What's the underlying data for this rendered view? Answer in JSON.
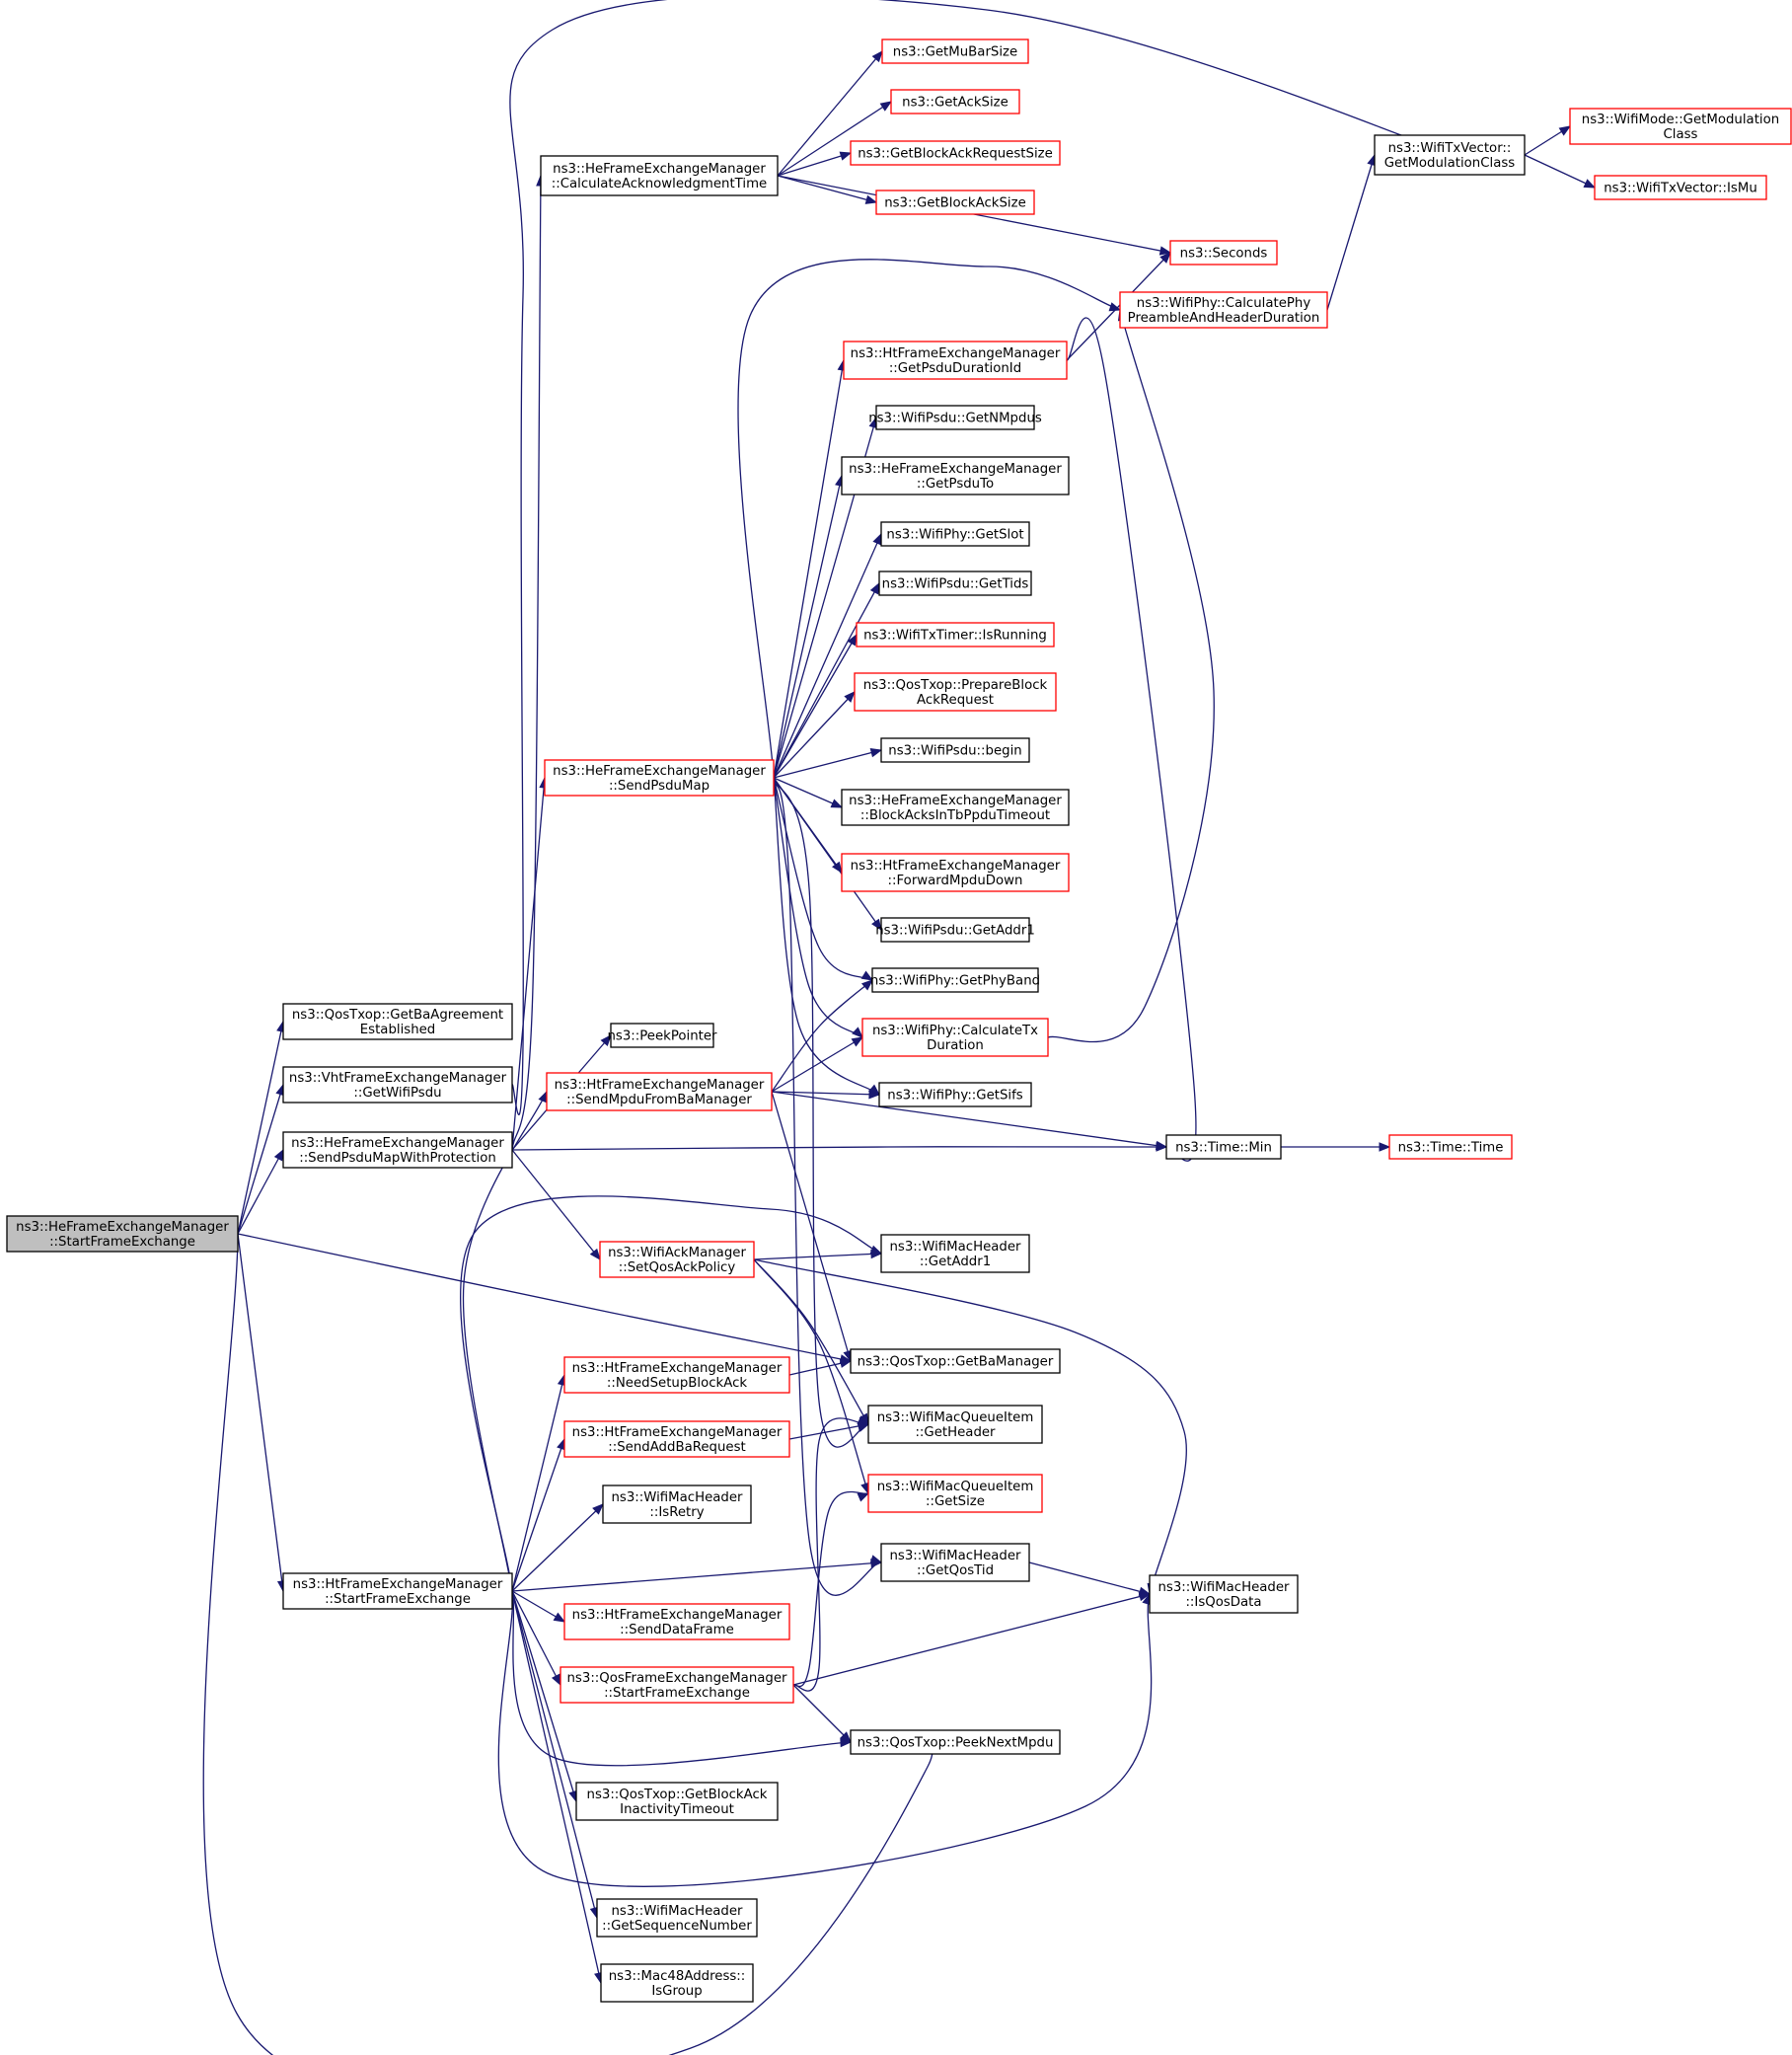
{
  "graph": {
    "colors": {
      "edge": "#191970",
      "node_border_normal": "#000000",
      "node_border_red": "#ff0000",
      "root_fill": "#bfbfbf",
      "node_fill": "#ffffff",
      "background": "#ffffff"
    },
    "nodes": [
      {
        "id": "root",
        "lines": [
          "ns3::HeFrameExchangeManager",
          "::StartFrameExchange"
        ],
        "style": "root"
      },
      {
        "id": "qos_getbaagr",
        "lines": [
          "ns3::QosTxop::GetBaAgreement",
          "Established"
        ],
        "style": "normal"
      },
      {
        "id": "vht_getwifipsdu",
        "lines": [
          "ns3::VhtFrameExchangeManager",
          "::GetWifiPsdu"
        ],
        "style": "normal"
      },
      {
        "id": "he_sendpsdumapwp",
        "lines": [
          "ns3::HeFrameExchangeManager",
          "::SendPsduMapWithProtection"
        ],
        "style": "normal"
      },
      {
        "id": "ht_startfe",
        "lines": [
          "ns3::HtFrameExchangeManager",
          "::StartFrameExchange"
        ],
        "style": "normal"
      },
      {
        "id": "he_calcack",
        "lines": [
          "ns3::HeFrameExchangeManager",
          "::CalculateAcknowledgmentTime"
        ],
        "style": "normal"
      },
      {
        "id": "he_sendpsdumap",
        "lines": [
          "ns3::HeFrameExchangeManager",
          "::SendPsduMap"
        ],
        "style": "red"
      },
      {
        "id": "peekpointer",
        "lines": [
          "ns3::PeekPointer"
        ],
        "style": "normal"
      },
      {
        "id": "ht_sendmpdufromba",
        "lines": [
          "ns3::HtFrameExchangeManager",
          "::SendMpduFromBaManager"
        ],
        "style": "red"
      },
      {
        "id": "ack_setqosackpolicy",
        "lines": [
          "ns3::WifiAckManager",
          "::SetQosAckPolicy"
        ],
        "style": "red"
      },
      {
        "id": "ht_needsetupba",
        "lines": [
          "ns3::HtFrameExchangeManager",
          "::NeedSetupBlockAck"
        ],
        "style": "red"
      },
      {
        "id": "ht_sendaddba",
        "lines": [
          "ns3::HtFrameExchangeManager",
          "::SendAddBaRequest"
        ],
        "style": "red"
      },
      {
        "id": "mach_isretry",
        "lines": [
          "ns3::WifiMacHeader",
          "::IsRetry"
        ],
        "style": "normal"
      },
      {
        "id": "ht_senddata",
        "lines": [
          "ns3::HtFrameExchangeManager",
          "::SendDataFrame"
        ],
        "style": "red"
      },
      {
        "id": "qos_startfe",
        "lines": [
          "ns3::QosFrameExchangeManager",
          "::StartFrameExchange"
        ],
        "style": "red"
      },
      {
        "id": "qos_getbainact",
        "lines": [
          "ns3::QosTxop::GetBlockAck",
          "InactivityTimeout"
        ],
        "style": "normal"
      },
      {
        "id": "mach_getseq",
        "lines": [
          "ns3::WifiMacHeader",
          "::GetSequenceNumber"
        ],
        "style": "normal"
      },
      {
        "id": "mac48_isgroup",
        "lines": [
          "ns3::Mac48Address::",
          "IsGroup"
        ],
        "style": "normal"
      },
      {
        "id": "getmubarsize",
        "lines": [
          "ns3::GetMuBarSize"
        ],
        "style": "red"
      },
      {
        "id": "getacksize",
        "lines": [
          "ns3::GetAckSize"
        ],
        "style": "red"
      },
      {
        "id": "getbarsize",
        "lines": [
          "ns3::GetBlockAckRequestSize"
        ],
        "style": "red"
      },
      {
        "id": "getbasize",
        "lines": [
          "ns3::GetBlockAckSize"
        ],
        "style": "red"
      },
      {
        "id": "seconds",
        "lines": [
          "ns3::Seconds"
        ],
        "style": "red"
      },
      {
        "id": "phy_calcpreamble",
        "lines": [
          "ns3::WifiPhy::CalculatePhy",
          "PreambleAndHeaderDuration"
        ],
        "style": "red"
      },
      {
        "id": "ht_getpsdudur",
        "lines": [
          "ns3::HtFrameExchangeManager",
          "::GetPsduDurationId"
        ],
        "style": "red"
      },
      {
        "id": "psdu_getnmpdus",
        "lines": [
          "ns3::WifiPsdu::GetNMpdus"
        ],
        "style": "normal"
      },
      {
        "id": "he_getpsduto",
        "lines": [
          "ns3::HeFrameExchangeManager",
          "::GetPsduTo"
        ],
        "style": "normal"
      },
      {
        "id": "phy_getslot",
        "lines": [
          "ns3::WifiPhy::GetSlot"
        ],
        "style": "normal"
      },
      {
        "id": "psdu_gettids",
        "lines": [
          "ns3::WifiPsdu::GetTids"
        ],
        "style": "normal"
      },
      {
        "id": "txtimer_isrunning",
        "lines": [
          "ns3::WifiTxTimer::IsRunning"
        ],
        "style": "red"
      },
      {
        "id": "qos_preparebar",
        "lines": [
          "ns3::QosTxop::PrepareBlock",
          "AckRequest"
        ],
        "style": "red"
      },
      {
        "id": "psdu_begin",
        "lines": [
          "ns3::WifiPsdu::begin"
        ],
        "style": "normal"
      },
      {
        "id": "he_baintbppdu",
        "lines": [
          "ns3::HeFrameExchangeManager",
          "::BlockAcksInTbPpduTimeout"
        ],
        "style": "normal"
      },
      {
        "id": "ht_fwdmpdu",
        "lines": [
          "ns3::HtFrameExchangeManager",
          "::ForwardMpduDown"
        ],
        "style": "red"
      },
      {
        "id": "psdu_getaddr1",
        "lines": [
          "ns3::WifiPsdu::GetAddr1"
        ],
        "style": "normal"
      },
      {
        "id": "phy_getphyband",
        "lines": [
          "ns3::WifiPhy::GetPhyBand"
        ],
        "style": "normal"
      },
      {
        "id": "phy_calctx",
        "lines": [
          "ns3::WifiPhy::CalculateTx",
          "Duration"
        ],
        "style": "red"
      },
      {
        "id": "phy_getsifs",
        "lines": [
          "ns3::WifiPhy::GetSifs"
        ],
        "style": "normal"
      },
      {
        "id": "mach_getaddr1",
        "lines": [
          "ns3::WifiMacHeader",
          "::GetAddr1"
        ],
        "style": "normal"
      },
      {
        "id": "qos_getbamgr",
        "lines": [
          "ns3::QosTxop::GetBaManager"
        ],
        "style": "normal"
      },
      {
        "id": "mqi_getheader",
        "lines": [
          "ns3::WifiMacQueueItem",
          "::GetHeader"
        ],
        "style": "normal"
      },
      {
        "id": "mqi_getsize",
        "lines": [
          "ns3::WifiMacQueueItem",
          "::GetSize"
        ],
        "style": "red"
      },
      {
        "id": "mach_getqostid",
        "lines": [
          "ns3::WifiMacHeader",
          "::GetQosTid"
        ],
        "style": "normal"
      },
      {
        "id": "qos_peeknext",
        "lines": [
          "ns3::QosTxop::PeekNextMpdu"
        ],
        "style": "normal"
      },
      {
        "id": "txv_getmodclass",
        "lines": [
          "ns3::WifiTxVector::",
          "GetModulationClass"
        ],
        "style": "normal"
      },
      {
        "id": "time_min",
        "lines": [
          "ns3::Time::Min"
        ],
        "style": "normal"
      },
      {
        "id": "mach_isqosdata",
        "lines": [
          "ns3::WifiMacHeader",
          "::IsQosData"
        ],
        "style": "normal"
      },
      {
        "id": "mode_getmodclass",
        "lines": [
          "ns3::WifiMode::GetModulation",
          "Class"
        ],
        "style": "red"
      },
      {
        "id": "txv_ismu",
        "lines": [
          "ns3::WifiTxVector::IsMu"
        ],
        "style": "red"
      },
      {
        "id": "time_time",
        "lines": [
          "ns3::Time::Time"
        ],
        "style": "red"
      }
    ],
    "edges": [
      [
        "root",
        "qos_getbaagr"
      ],
      [
        "root",
        "vht_getwifipsdu"
      ],
      [
        "root",
        "he_sendpsdumapwp"
      ],
      [
        "root",
        "ht_startfe"
      ],
      [
        "root",
        "qos_getbamgr"
      ],
      [
        "root",
        "qos_peeknext"
      ],
      [
        "vht_getwifipsdu",
        "txv_getmodclass"
      ],
      [
        "he_sendpsdumapwp",
        "he_calcack"
      ],
      [
        "he_sendpsdumapwp",
        "he_sendpsdumap"
      ],
      [
        "he_sendpsdumapwp",
        "peekpointer"
      ],
      [
        "he_sendpsdumapwp",
        "ack_setqosackpolicy"
      ],
      [
        "he_sendpsdumapwp",
        "time_min"
      ],
      [
        "he_calcack",
        "getmubarsize"
      ],
      [
        "he_calcack",
        "getacksize"
      ],
      [
        "he_calcack",
        "getbarsize"
      ],
      [
        "he_calcack",
        "getbasize"
      ],
      [
        "he_calcack",
        "seconds"
      ],
      [
        "he_sendpsdumap",
        "phy_calcpreamble"
      ],
      [
        "he_sendpsdumap",
        "ht_getpsdudur"
      ],
      [
        "he_sendpsdumap",
        "psdu_getnmpdus"
      ],
      [
        "he_sendpsdumap",
        "he_getpsduto"
      ],
      [
        "he_sendpsdumap",
        "phy_getslot"
      ],
      [
        "he_sendpsdumap",
        "psdu_gettids"
      ],
      [
        "he_sendpsdumap",
        "txtimer_isrunning"
      ],
      [
        "he_sendpsdumap",
        "qos_preparebar"
      ],
      [
        "he_sendpsdumap",
        "psdu_begin"
      ],
      [
        "he_sendpsdumap",
        "he_baintbppdu"
      ],
      [
        "he_sendpsdumap",
        "ht_fwdmpdu"
      ],
      [
        "he_sendpsdumap",
        "psdu_getaddr1"
      ],
      [
        "he_sendpsdumap",
        "phy_getphyband"
      ],
      [
        "he_sendpsdumap",
        "phy_calctx"
      ],
      [
        "he_sendpsdumap",
        "phy_getsifs"
      ],
      [
        "he_sendpsdumap",
        "mqi_getheader"
      ],
      [
        "he_sendpsdumap",
        "mach_getqostid"
      ],
      [
        "ht_getpsdudur",
        "seconds"
      ],
      [
        "ht_getpsdudur",
        "time_min"
      ],
      [
        "phy_calcpreamble",
        "txv_getmodclass"
      ],
      [
        "phy_calctx",
        "phy_calcpreamble"
      ],
      [
        "txv_getmodclass",
        "mode_getmodclass"
      ],
      [
        "txv_getmodclass",
        "txv_ismu"
      ],
      [
        "time_min",
        "time_time"
      ],
      [
        "ht_sendmpdufromba",
        "phy_getphyband"
      ],
      [
        "ht_sendmpdufromba",
        "phy_calctx"
      ],
      [
        "ht_sendmpdufromba",
        "phy_getsifs"
      ],
      [
        "ht_sendmpdufromba",
        "time_min"
      ],
      [
        "ht_sendmpdufromba",
        "qos_getbamgr"
      ],
      [
        "ack_setqosackpolicy",
        "mach_getaddr1"
      ],
      [
        "ack_setqosackpolicy",
        "mqi_getheader"
      ],
      [
        "ack_setqosackpolicy",
        "mqi_getsize"
      ],
      [
        "ack_setqosackpolicy",
        "mach_isqosdata"
      ],
      [
        "ht_needsetupba",
        "qos_getbamgr"
      ],
      [
        "ht_sendaddba",
        "mqi_getheader"
      ],
      [
        "mach_getqostid",
        "mach_isqosdata"
      ],
      [
        "ht_startfe",
        "ht_sendmpdufromba"
      ],
      [
        "ht_startfe",
        "mach_getaddr1"
      ],
      [
        "ht_startfe",
        "ht_needsetupba"
      ],
      [
        "ht_startfe",
        "ht_sendaddba"
      ],
      [
        "ht_startfe",
        "mach_isretry"
      ],
      [
        "ht_startfe",
        "mach_getqostid"
      ],
      [
        "ht_startfe",
        "ht_senddata"
      ],
      [
        "ht_startfe",
        "qos_startfe"
      ],
      [
        "ht_startfe",
        "qos_peeknext"
      ],
      [
        "ht_startfe",
        "qos_getbainact"
      ],
      [
        "ht_startfe",
        "mach_isqosdata"
      ],
      [
        "ht_startfe",
        "mach_getseq"
      ],
      [
        "ht_startfe",
        "mac48_isgroup"
      ],
      [
        "qos_startfe",
        "mqi_getheader"
      ],
      [
        "qos_startfe",
        "mqi_getsize"
      ],
      [
        "qos_startfe",
        "mach_isqosdata"
      ],
      [
        "qos_startfe",
        "qos_peeknext"
      ]
    ]
  }
}
